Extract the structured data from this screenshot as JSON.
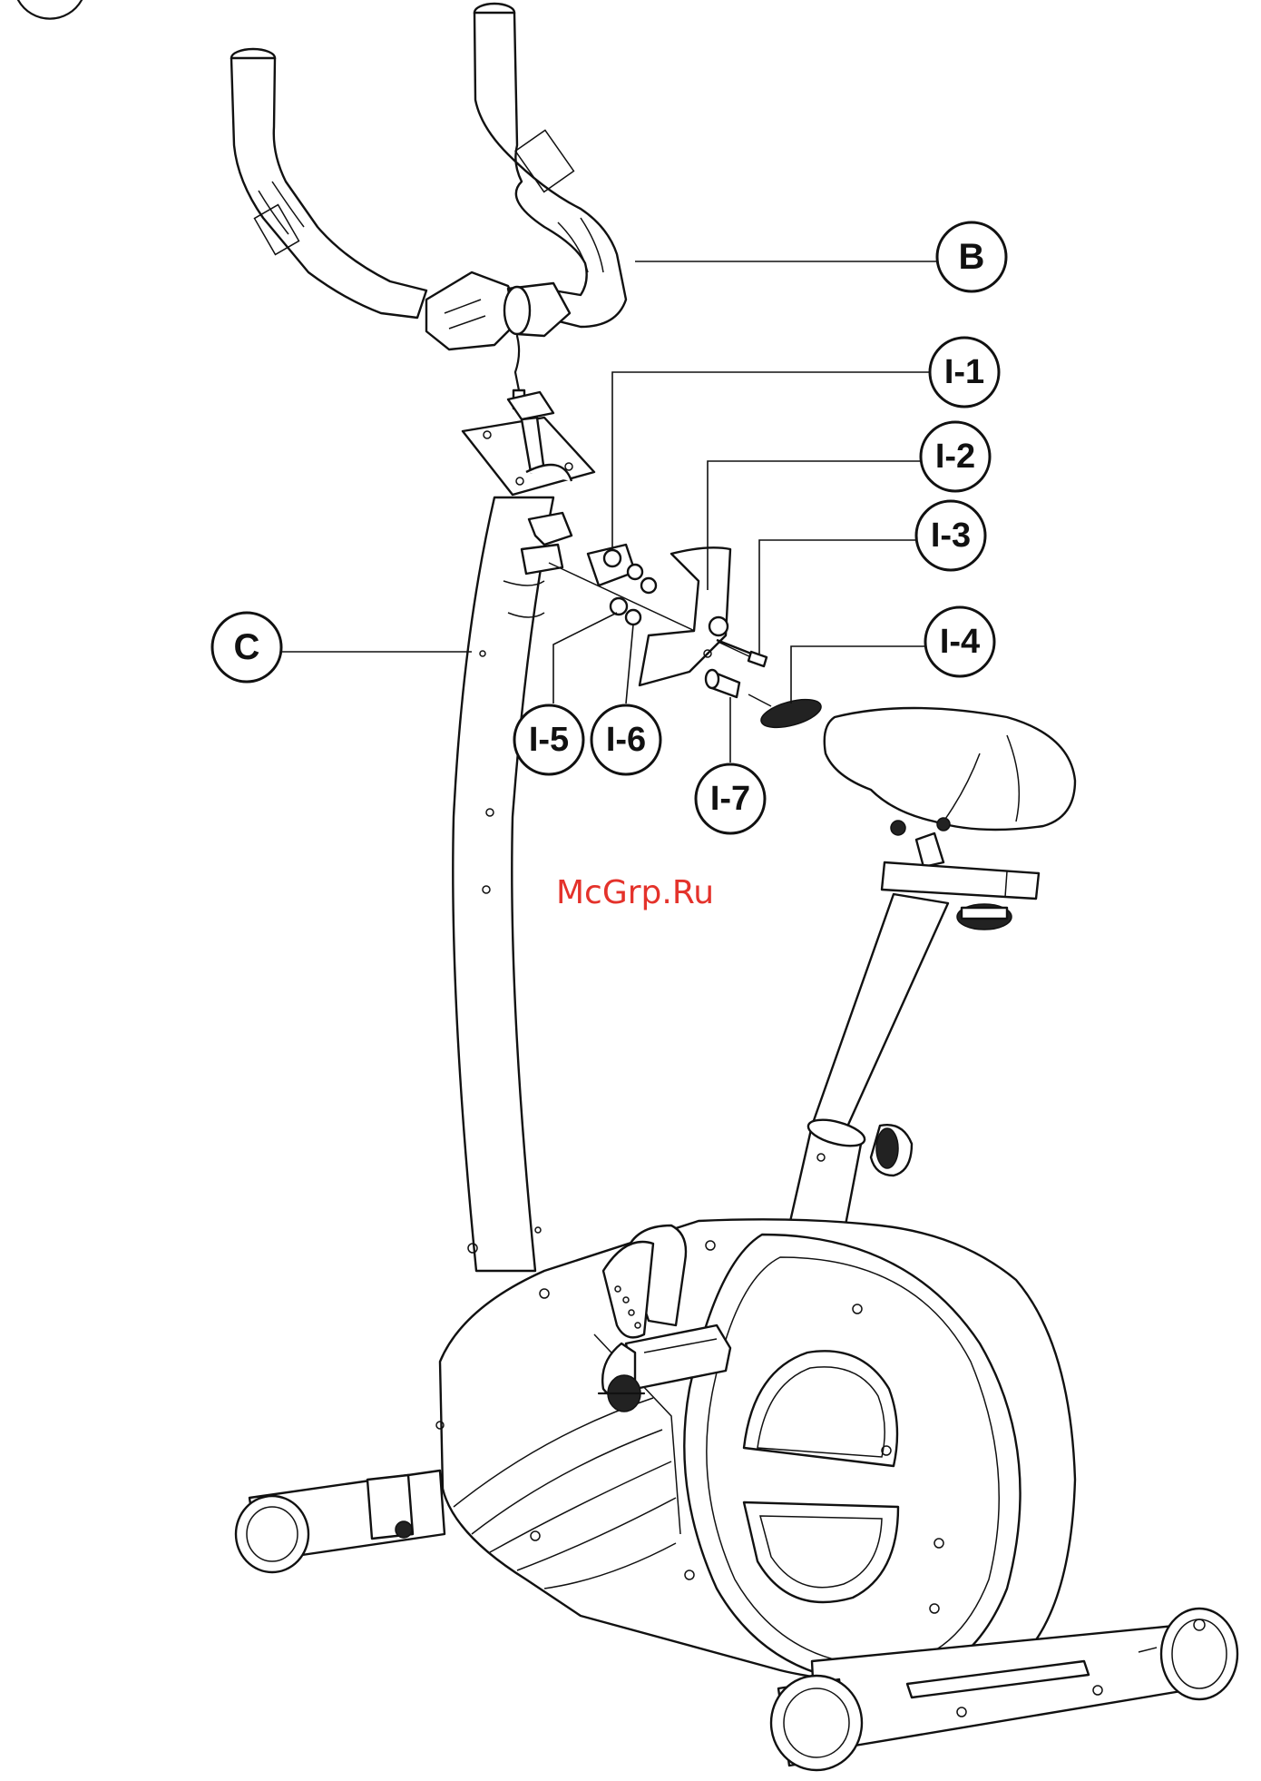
{
  "watermark": "McGrp.Ru",
  "callouts": {
    "b": "B",
    "c": "C",
    "i1": "I-1",
    "i2": "I-2",
    "i3": "I-3",
    "i4": "I-4",
    "i5": "I-5",
    "i6": "I-6",
    "i7": "I-7"
  },
  "colors": {
    "line": "#111111",
    "watermark": "#e4322b",
    "background": "#ffffff"
  }
}
